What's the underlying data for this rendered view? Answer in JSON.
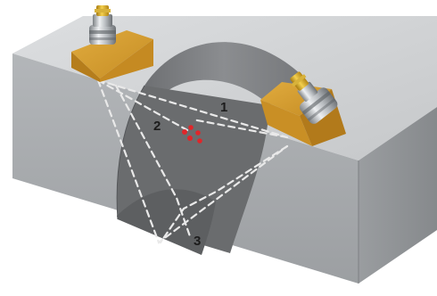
{
  "labels": {
    "path_1": "1",
    "path_2": "2",
    "path_3": "3"
  },
  "colors": {
    "background": "#ffffff",
    "block_top": "#d2d4d6",
    "block_front": "#a9acaf",
    "block_side": "#8d9093",
    "weld_face": "#6a6c6e",
    "weld_cap": "#7b7d80",
    "wedge": "#d19a2e",
    "defect": "#e0262a",
    "beam_path": "#e9e9e9"
  },
  "icons": {
    "transducer_left": "ultrasonic-transducer-icon",
    "transducer_right": "ultrasonic-transducer-icon"
  }
}
